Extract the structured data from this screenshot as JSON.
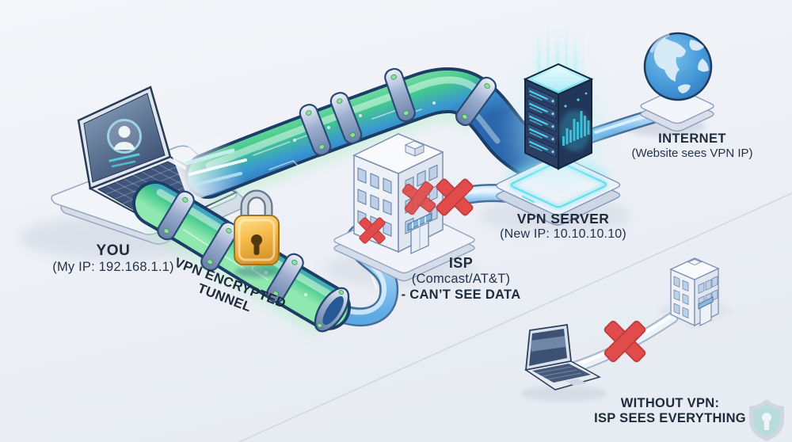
{
  "labels": {
    "you": {
      "title": "YOU",
      "subtitle": "(My IP: 192.168.1.1)"
    },
    "tunnel": {
      "line1": "VPN ENCRYPTED",
      "line2": "TUNNEL"
    },
    "isp": {
      "title": "ISP",
      "subtitle": "(Comcast/AT&T)",
      "note": "- CAN’T SEE DATA"
    },
    "vpn_server": {
      "title": "VPN SERVER",
      "subtitle": "(New IP: 10.10.10.10)"
    },
    "internet": {
      "title": "INTERNET",
      "subtitle": "(Website sees VPN IP)"
    },
    "without_vpn": {
      "line1": "WITHOUT VPN:",
      "line2": "ISP SEES EVERYTHING"
    }
  },
  "icons": {
    "you_node": "laptop-icon",
    "tunnel_node": "encrypted-pipe-icon",
    "lock": "padlock-icon",
    "isp_node": "office-building-icon",
    "vpn_server_node": "server-tower-icon",
    "internet_node": "globe-icon",
    "blocked": "red-x-icon",
    "watermark": "shield-keyhole-icon"
  },
  "colors": {
    "background": "#eef1f6",
    "text": "#1d2b3a",
    "pipe_green": "#4ecb8d",
    "pipe_blue": "#3a8ed2",
    "pipe_outline": "#1c3d66",
    "coupling_steel": "#9dafd0",
    "tube_blue": "#7cc4ef",
    "lock_gold": "#f2b747",
    "cross_red": "#e14b4b",
    "server_navy": "#2b3f63",
    "server_glow": "#5fe0ef",
    "globe_blue": "#3f94d2",
    "building_face": "#f0f3f9",
    "window_blue": "#bdd0e8"
  }
}
